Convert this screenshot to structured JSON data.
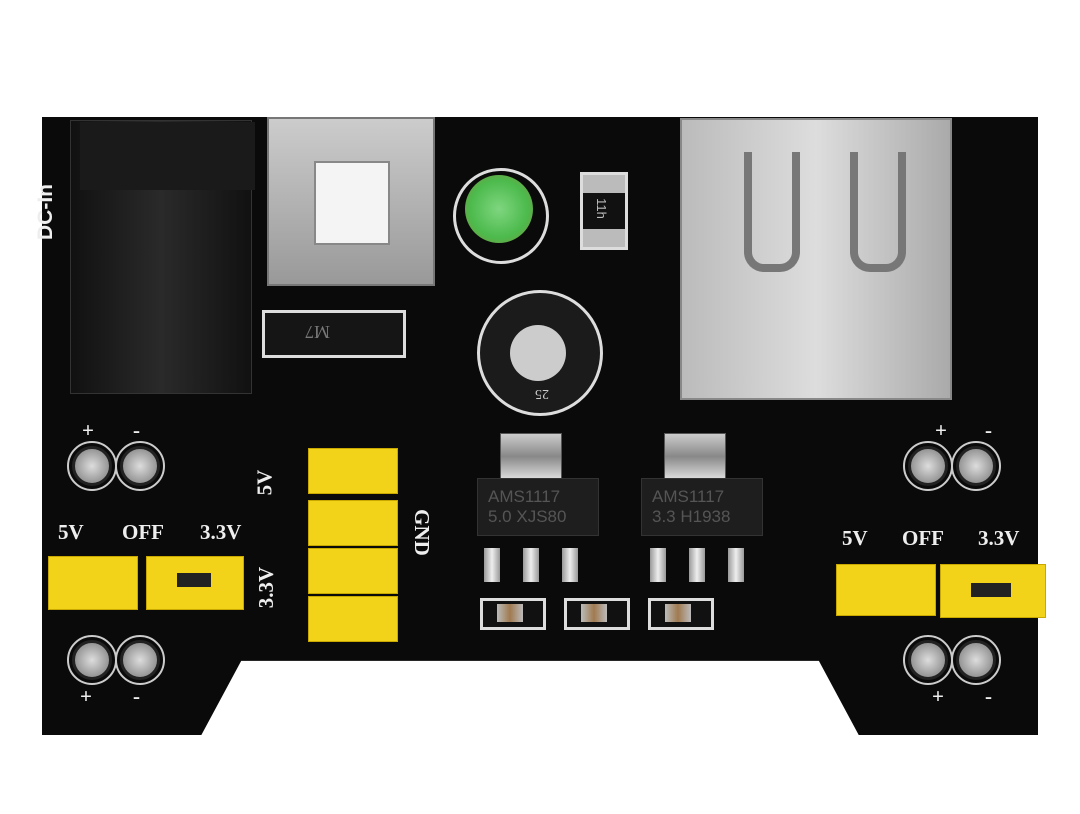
{
  "board": {
    "dc_in_label": "DC-In",
    "plus": "+",
    "minus": "-",
    "left_jumper_labels": [
      "5V",
      "OFF",
      "3.3V"
    ],
    "right_jumper_labels": [
      "5V",
      "OFF",
      "3.3V"
    ],
    "header_labels": {
      "v5": "5V",
      "v33": "3.3V",
      "gnd": "GND"
    },
    "regulators": [
      {
        "line1": "AMS1117",
        "line2": "5.0 XJS80"
      },
      {
        "line1": "AMS1117",
        "line2": "3.3 H1938"
      }
    ],
    "switch_marking": "M7",
    "resistor_marking": "11h",
    "capacitor_marking": "25",
    "colors": {
      "pcb": "#0a0a0a",
      "jumper": "#f3d21a",
      "led": "#4cba4c"
    }
  }
}
